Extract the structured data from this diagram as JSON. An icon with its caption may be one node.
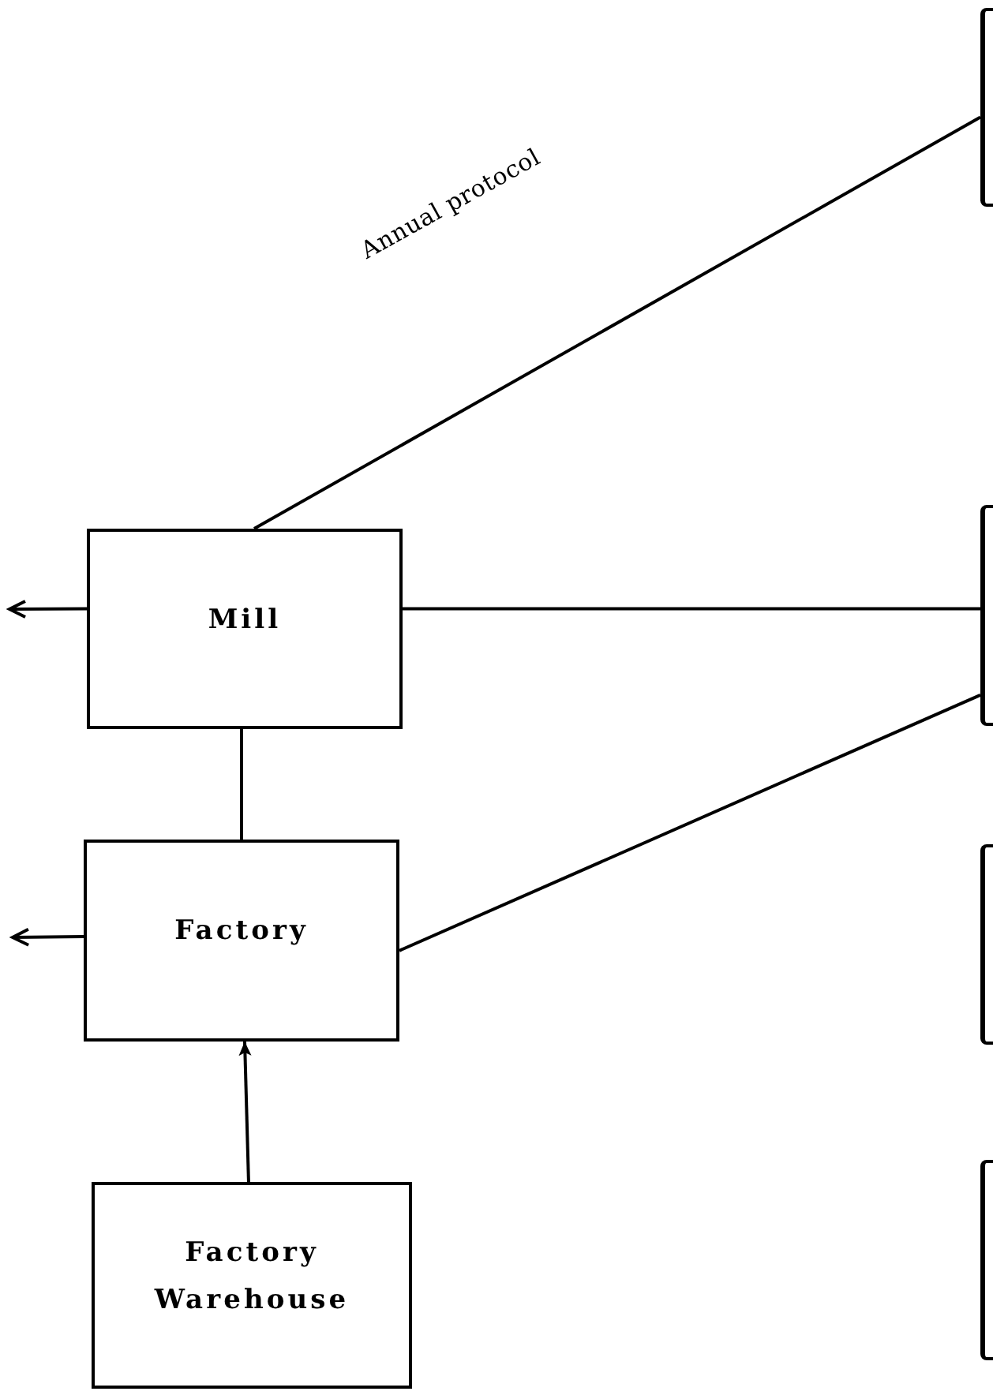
{
  "diagram": {
    "nodes": [
      {
        "text": [
          "Mill"
        ]
      },
      {
        "text": [
          "Factory"
        ]
      },
      {
        "text": [
          "Factory Warehouse"
        ]
      },
      {
        "text": [],
        "shape": "box"
      },
      {
        "text": [],
        "shape": "box"
      },
      {
        "text": [],
        "shape": "box"
      },
      {
        "text": [],
        "shape": "box"
      }
    ],
    "edges": [
      {
        "from": 3,
        "to": 0,
        "arrow": "none",
        "label": "Annual protocol"
      },
      {
        "from": 0,
        "to": 4,
        "arrow": "none"
      },
      {
        "from": 1,
        "to": 4,
        "arrow": "none"
      },
      {
        "from": 0,
        "to": 1,
        "arrow": "none"
      },
      {
        "from": 2,
        "to": 1,
        "arrow": "to"
      },
      {
        "from": 0,
        "to": null,
        "arrow": "to"
      },
      {
        "from": 1,
        "to": null,
        "arrow": "to"
      }
    ]
  }
}
